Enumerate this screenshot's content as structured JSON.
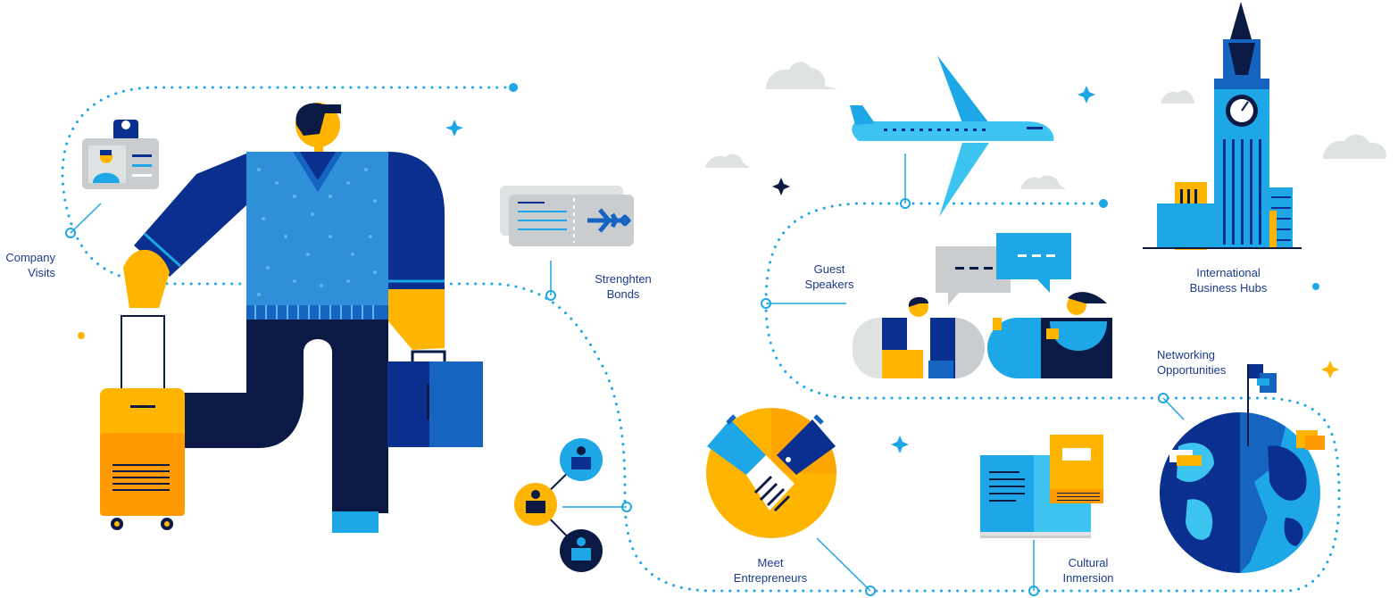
{
  "labels": {
    "company_visits": [
      "Company",
      "Visits"
    ],
    "strengthen_bonds": [
      "Strenghten",
      "Bonds"
    ],
    "guest_speakers": [
      "Guest",
      "Speakers"
    ],
    "international_business_hubs": [
      "International",
      "Business Hubs"
    ],
    "networking_opportunities": [
      "Networking",
      "Opportunities"
    ],
    "meet_entrepreneurs": [
      "Meet",
      "Entrepreneurs"
    ],
    "cultural_immersion": [
      "Cultural",
      "Inmersion"
    ]
  },
  "colors": {
    "navy": "#0b2f8f",
    "dark_navy": "#0a1a45",
    "blue": "#1565c0",
    "sky": "#1ea7e6",
    "light_sky": "#3cc3ef",
    "yellow": "#ffb400",
    "orange": "#ff9a00",
    "grey": "#c9cdcf",
    "light_grey": "#dfe2e3",
    "route": "#1ea7e6"
  },
  "icons": [
    "id-badge-icon",
    "plane-ticket-icon",
    "airplane-icon",
    "speech-bubble-icon",
    "big-ben-icon",
    "globe-icon",
    "handshake-icon",
    "book-icon",
    "people-network-icon",
    "suitcase-icon",
    "briefcase-icon",
    "flag-icon",
    "sparkle-icon",
    "cloud-icon"
  ]
}
